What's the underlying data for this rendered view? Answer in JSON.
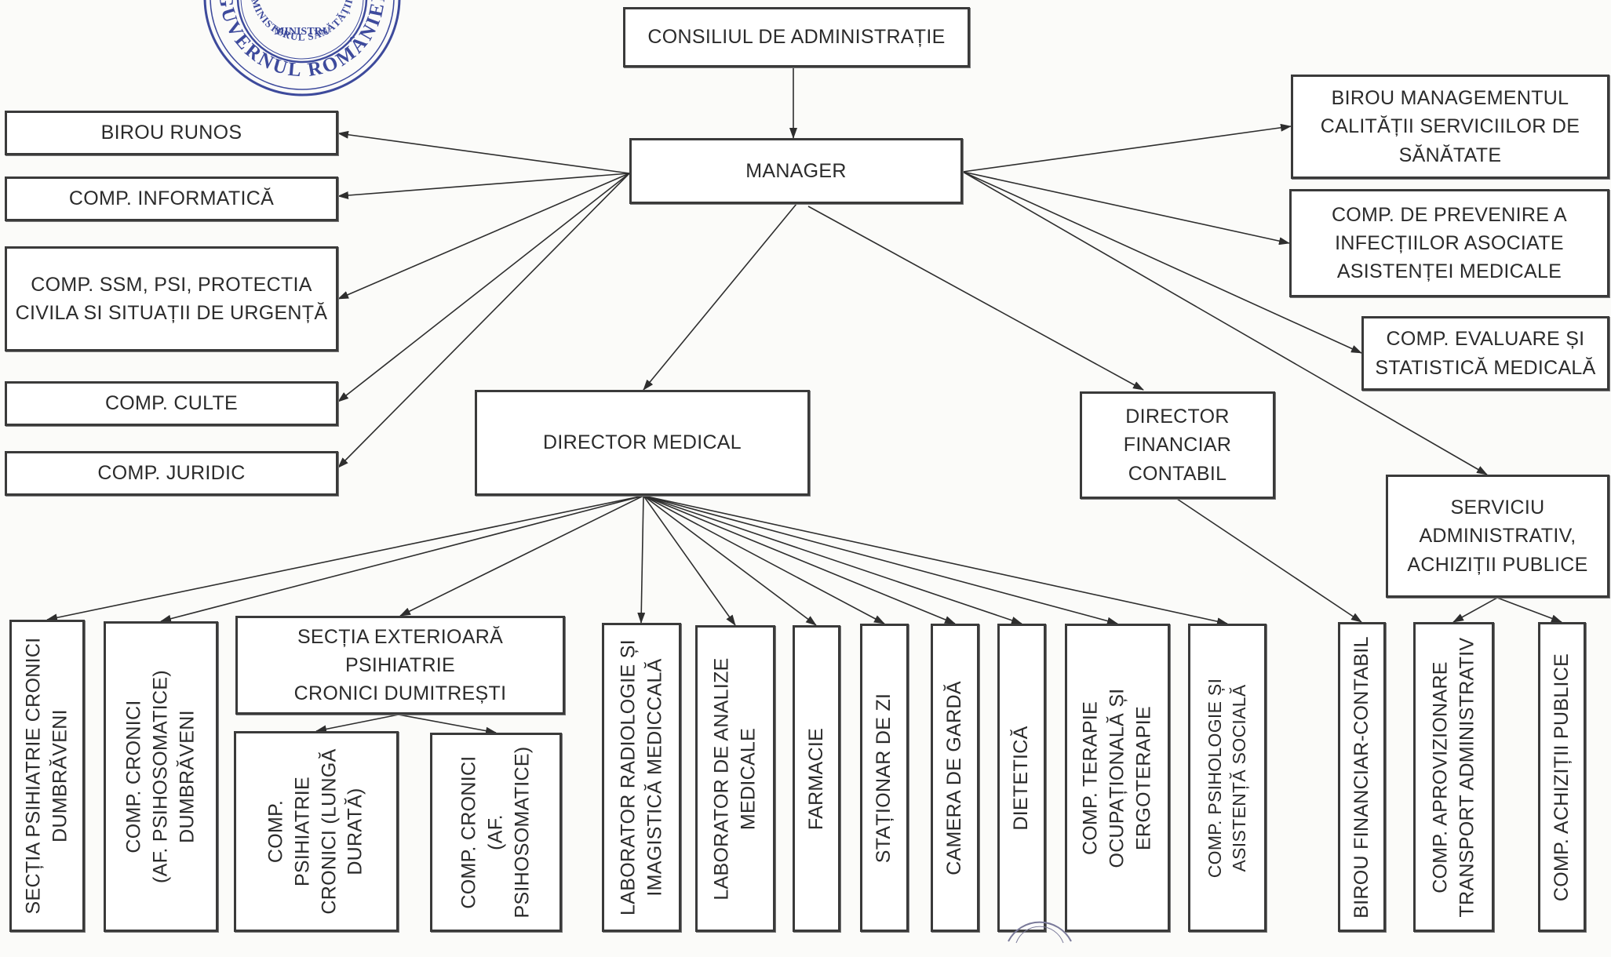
{
  "stamp": {
    "text_lower": "GUVERNUL ROMÂNIEI",
    "text_upper": "MINISTERUL SĂNĂTĂȚII",
    "text_center": "MINISTRU",
    "color": "#3d4a9c"
  },
  "colors": {
    "line": "#2e2e2e",
    "border": "#3a3a3a",
    "paper": "#fbfbf9"
  },
  "nodes": {
    "consiliu": "CONSILIUL DE ADMINISTRAȚIE",
    "manager": "MANAGER",
    "birou_runos": "BIROU RUNOS",
    "comp_informatica": "COMP. INFORMATICĂ",
    "comp_ssm": "COMP. SSM, PSI, PROTECTIA\nCIVILA SI SITUAȚII DE URGENȚĂ",
    "comp_culte": "COMP. CULTE",
    "comp_juridic": "COMP. JURIDIC",
    "birou_calitate": "BIROU MANAGEMENTUL\nCALITĂȚII SERVICIILOR DE\nSĂNĂTATE",
    "comp_infectii": "COMP. DE PREVENIRE A\nINFECȚIILOR  ASOCIATE\nASISTENȚEI MEDICALE",
    "comp_evaluare": "COMP. EVALUARE ȘI\nSTATISTICĂ MEDICALĂ",
    "director_medical": "DIRECTOR MEDICAL",
    "director_financiar": "DIRECTOR\nFINANCIAR\nCONTABIL",
    "serviciu_administrativ": "SERVICIU\nADMINISTRATIV,\nACHIZIȚII PUBLICE",
    "sectia_exterioara": "SECȚIA EXTERIOARĂ PSIHIATRIE\nCRONICI DUMITREȘTI",
    "sectia_cronici_dumbraveni": "SECȚIA PSIHIATRIE CRONICI\nDUMBRĂVENI",
    "comp_cronici_dumbraveni": "COMP. CRONICI\n(AF. PSIHOSOMATICE)\nDUMBRĂVENI",
    "comp_psihiatrie_lunga": "COMP.\nPSIHIATRIE\nCRONICI (LUNGĂ\nDURATĂ)",
    "comp_cronici_psihosomatice": "COMP. CRONICI\n(AF.\nPSIHOSOMATICE)",
    "laborator_radiologie": "LABORATOR RADIOLOGIE ȘI\nIMAGISTICĂ MEDICCALĂ",
    "laborator_analize": "LABORATOR DE ANALIZE\nMEDICALE",
    "farmacie": "FARMACIE",
    "stationar": "STAȚIONAR DE ZI",
    "camera_garda": "CAMERA DE GARDĂ",
    "dietetica": "DIETETICĂ",
    "comp_terapie": "COMP. TERAPIE\nOCUPAȚIONALĂ ȘI\nERGOTERAPIE",
    "comp_psihologie": "COMP. PSIHOLOGIE ȘI\nASISTENȚĂ SOCIALĂ",
    "birou_financiar": "BIROU FINANCIAR-CONTABIL",
    "comp_aprovizionare": "COMP. APROVIZIONARE\nTRANSPORT ADMINISTRATIV",
    "comp_achizitii": "COMP. ACHIZIȚII PUBLICE"
  }
}
